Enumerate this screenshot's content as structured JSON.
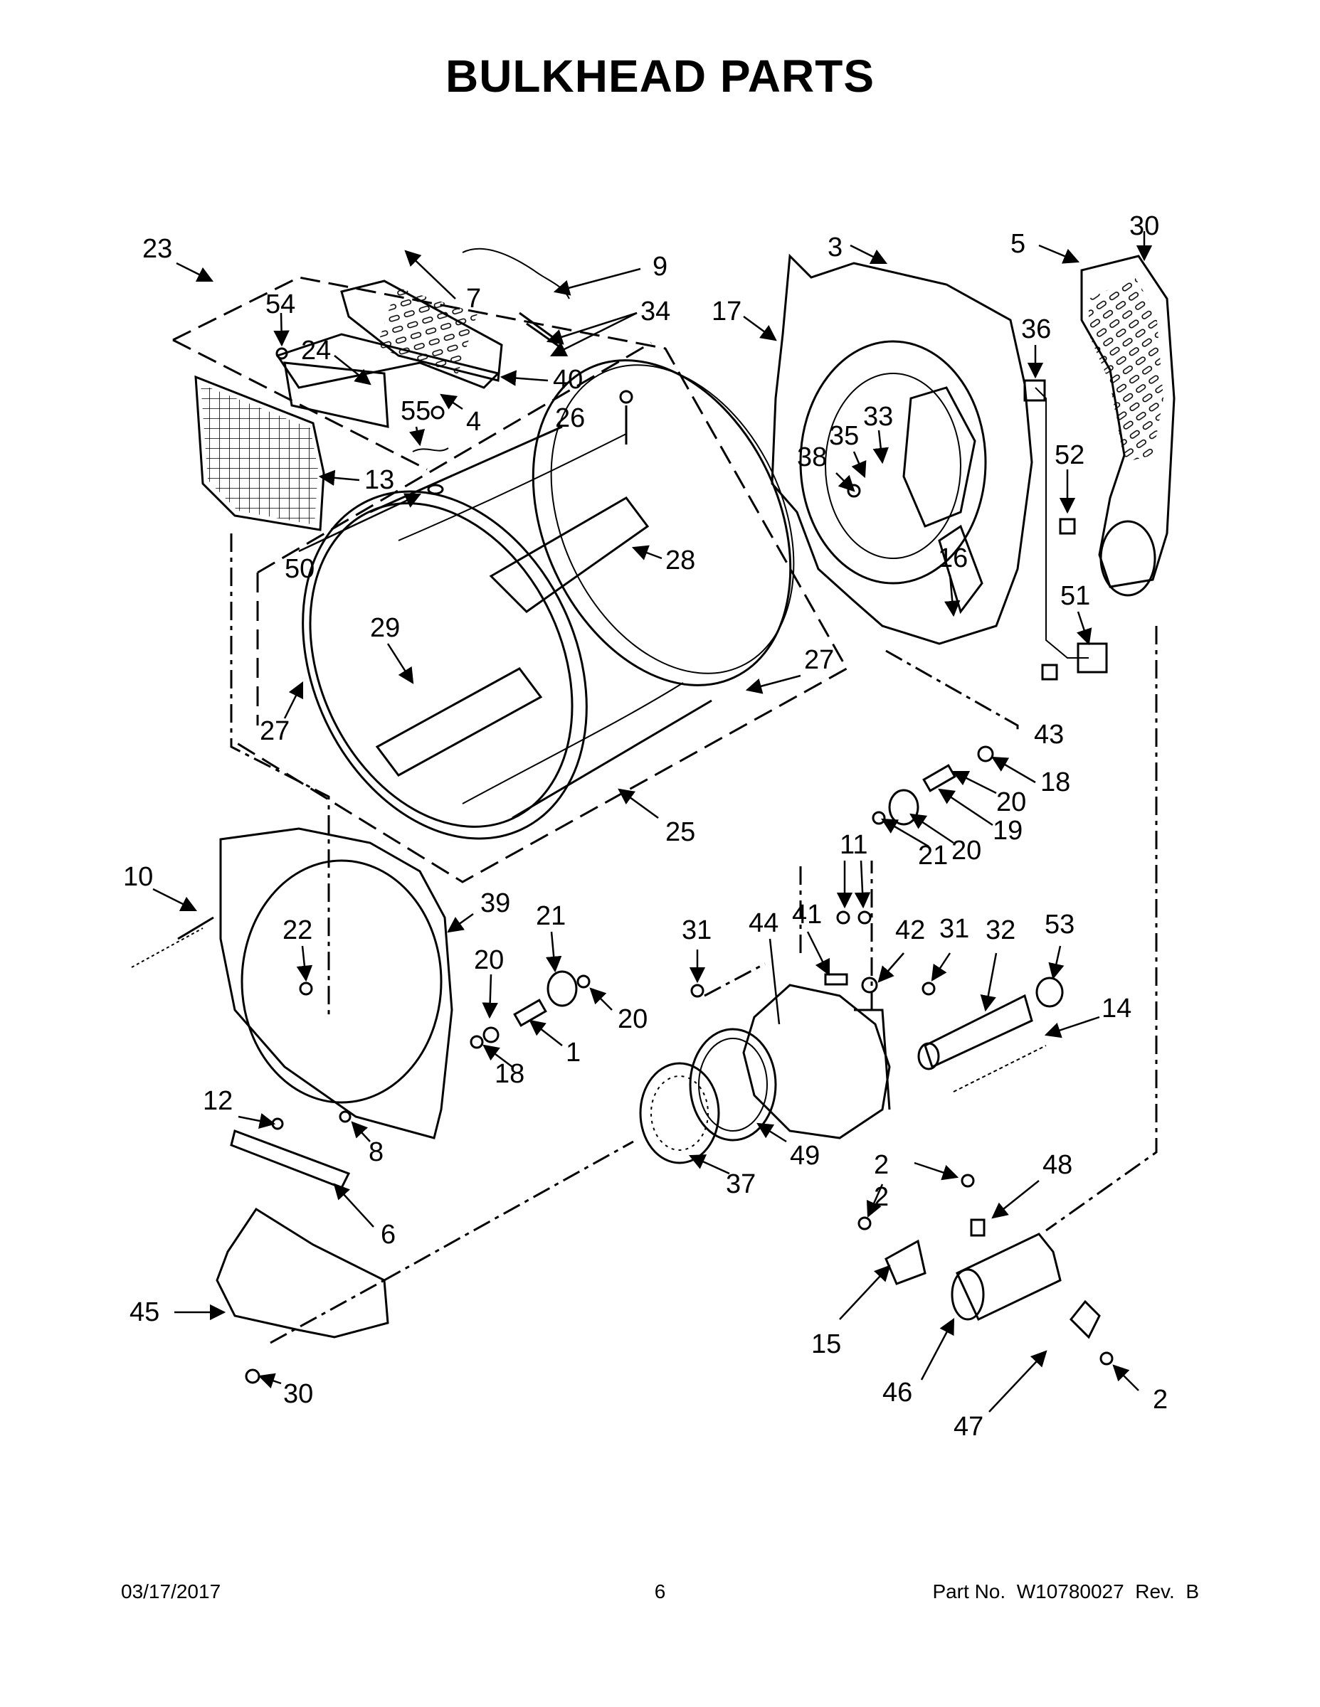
{
  "title": "BULKHEAD PARTS",
  "footer": {
    "date": "03/17/2017",
    "page": "6",
    "part_number": "Part No.  W10780027  Rev.  B"
  },
  "callouts": [
    {
      "id": "c23",
      "text": "23"
    },
    {
      "id": "c54",
      "text": "54"
    },
    {
      "id": "c24",
      "text": "24"
    },
    {
      "id": "c7",
      "text": "7"
    },
    {
      "id": "c9",
      "text": "9"
    },
    {
      "id": "c34",
      "text": "34"
    },
    {
      "id": "c40",
      "text": "40"
    },
    {
      "id": "c4",
      "text": "4"
    },
    {
      "id": "c55",
      "text": "55"
    },
    {
      "id": "c26",
      "text": "26"
    },
    {
      "id": "c13",
      "text": "13"
    },
    {
      "id": "c50",
      "text": "50"
    },
    {
      "id": "c28",
      "text": "28"
    },
    {
      "id": "c29",
      "text": "29"
    },
    {
      "id": "c27a",
      "text": "27"
    },
    {
      "id": "c27b",
      "text": "27"
    },
    {
      "id": "c25",
      "text": "25"
    },
    {
      "id": "c3",
      "text": "3"
    },
    {
      "id": "c17",
      "text": "17"
    },
    {
      "id": "c5",
      "text": "5"
    },
    {
      "id": "c30a",
      "text": "30"
    },
    {
      "id": "c36",
      "text": "36"
    },
    {
      "id": "c33",
      "text": "33"
    },
    {
      "id": "c35",
      "text": "35"
    },
    {
      "id": "c38",
      "text": "38"
    },
    {
      "id": "c52",
      "text": "52"
    },
    {
      "id": "c16",
      "text": "16"
    },
    {
      "id": "c51",
      "text": "51"
    },
    {
      "id": "c43",
      "text": "43"
    },
    {
      "id": "c18a",
      "text": "18"
    },
    {
      "id": "c20a",
      "text": "20"
    },
    {
      "id": "c19",
      "text": "19"
    },
    {
      "id": "c20b",
      "text": "20"
    },
    {
      "id": "c21a",
      "text": "21"
    },
    {
      "id": "c10",
      "text": "10"
    },
    {
      "id": "c39",
      "text": "39"
    },
    {
      "id": "c22",
      "text": "22"
    },
    {
      "id": "c21b",
      "text": "21"
    },
    {
      "id": "c20c",
      "text": "20"
    },
    {
      "id": "c20d",
      "text": "20"
    },
    {
      "id": "c1",
      "text": "1"
    },
    {
      "id": "c18b",
      "text": "18"
    },
    {
      "id": "c12",
      "text": "12"
    },
    {
      "id": "c8",
      "text": "8"
    },
    {
      "id": "c6",
      "text": "6"
    },
    {
      "id": "c45",
      "text": "45"
    },
    {
      "id": "c30b",
      "text": "30"
    },
    {
      "id": "c11",
      "text": "11"
    },
    {
      "id": "c31a",
      "text": "31"
    },
    {
      "id": "c44",
      "text": "44"
    },
    {
      "id": "c41",
      "text": "41"
    },
    {
      "id": "c42",
      "text": "42"
    },
    {
      "id": "c31b",
      "text": "31"
    },
    {
      "id": "c32",
      "text": "32"
    },
    {
      "id": "c53",
      "text": "53"
    },
    {
      "id": "c14",
      "text": "14"
    },
    {
      "id": "c49",
      "text": "49"
    },
    {
      "id": "c37",
      "text": "37"
    },
    {
      "id": "c2a",
      "text": "2"
    },
    {
      "id": "c48",
      "text": "48"
    },
    {
      "id": "c2b",
      "text": "2"
    },
    {
      "id": "c15",
      "text": "15"
    },
    {
      "id": "c46",
      "text": "46"
    },
    {
      "id": "c47",
      "text": "47"
    },
    {
      "id": "c2c",
      "text": "2"
    }
  ]
}
